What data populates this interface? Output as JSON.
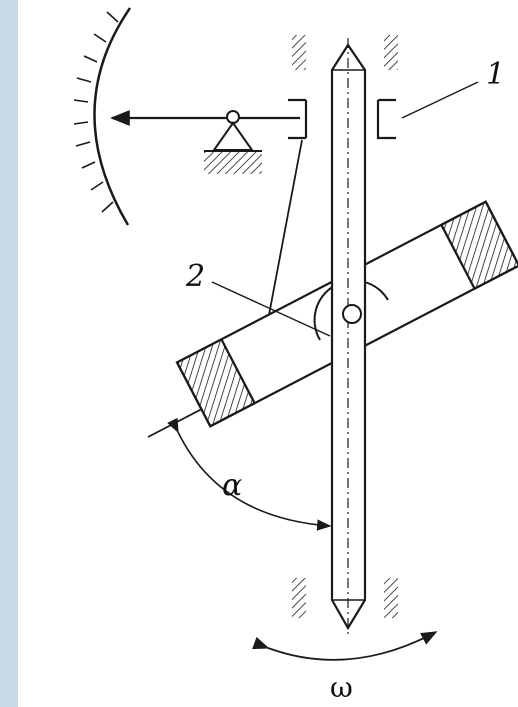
{
  "labels": {
    "part1": "1",
    "part2": "2",
    "angle": "α",
    "omega": "ω"
  },
  "colors": {
    "ink": "#1a1a1a",
    "border": "#c9d9ea",
    "background": "#ffffff"
  }
}
